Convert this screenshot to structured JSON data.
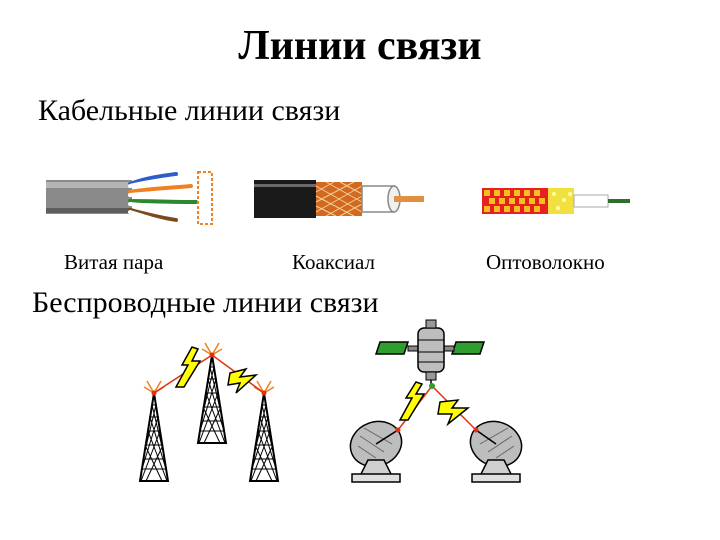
{
  "slide": {
    "title": "Линии связи",
    "cable_heading": "Кабельные линии связи",
    "wireless_heading": "Беспроводные линии связи",
    "captions": {
      "twisted_pair": "Витая пара",
      "coaxial": "Коаксиал",
      "fiber": "Оптоволокно"
    }
  },
  "colors": {
    "twisted_jacket": "#8a8a8a",
    "coax_jacket": "#1a1a1a",
    "coax_braid": "#d2691e",
    "fiber_jacket": "#e8c000",
    "lightning": "#ffff00",
    "satellite_panel": "#2e9e2e"
  },
  "icons": [
    "twisted-pair-cable",
    "coaxial-cable",
    "fiber-cable",
    "radio-tower",
    "lightning-bolt",
    "satellite",
    "satellite-dish"
  ]
}
